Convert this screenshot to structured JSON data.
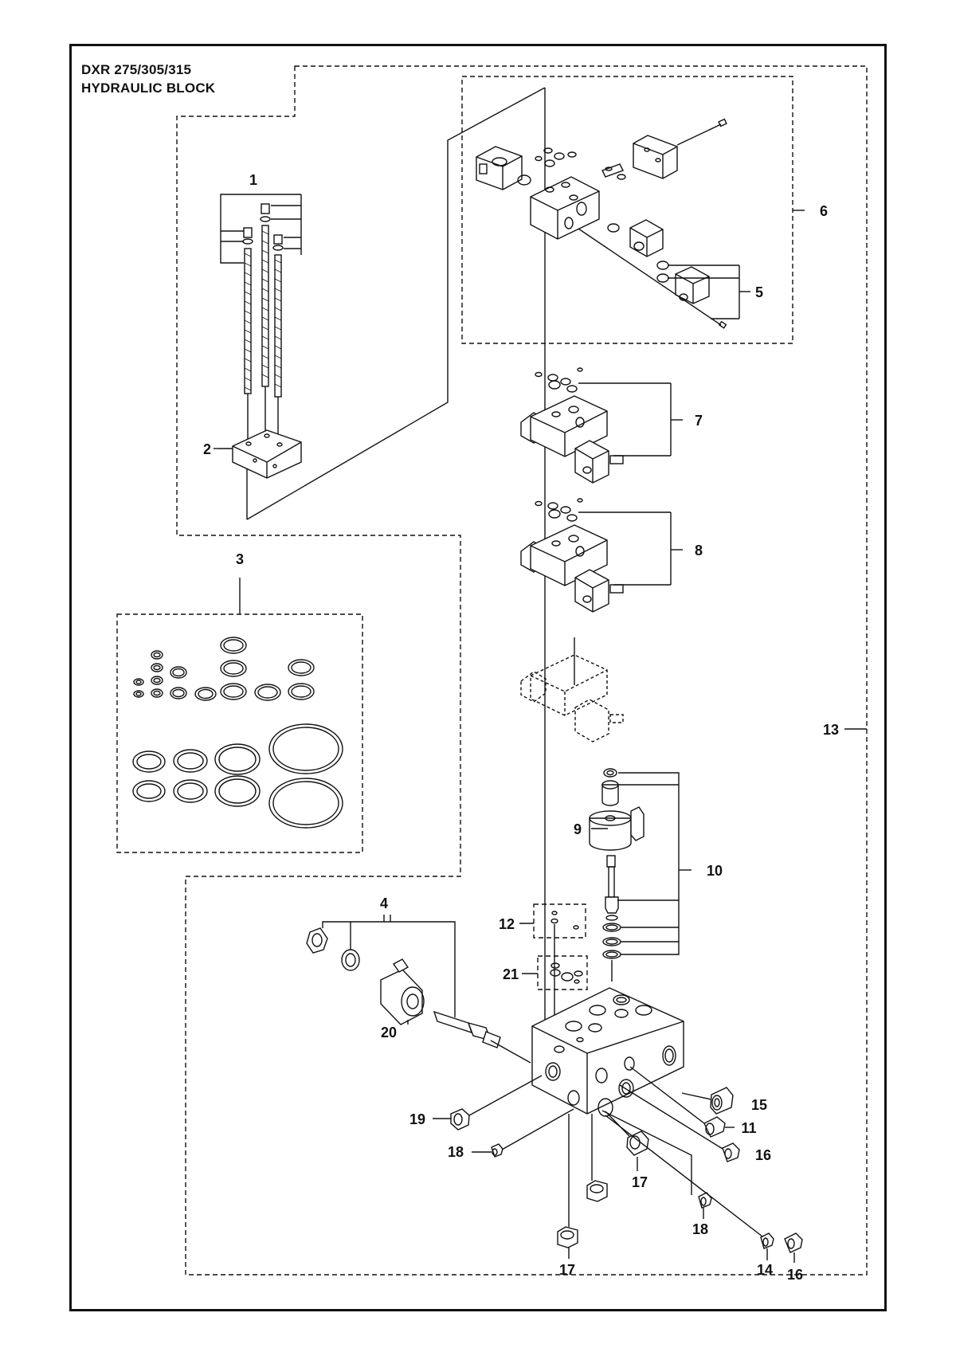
{
  "title": {
    "line1": "DXR 275/305/315",
    "line2": "HYDRAULIC BLOCK"
  },
  "callouts": [
    {
      "id": "c1",
      "label": "1"
    },
    {
      "id": "c2",
      "label": "2"
    },
    {
      "id": "c3",
      "label": "3"
    },
    {
      "id": "c4",
      "label": "4"
    },
    {
      "id": "c5",
      "label": "5"
    },
    {
      "id": "c6",
      "label": "6"
    },
    {
      "id": "c7",
      "label": "7"
    },
    {
      "id": "c8",
      "label": "8"
    },
    {
      "id": "c9",
      "label": "9"
    },
    {
      "id": "c10",
      "label": "10"
    },
    {
      "id": "c11",
      "label": "11"
    },
    {
      "id": "c12",
      "label": "12"
    },
    {
      "id": "c13",
      "label": "13"
    },
    {
      "id": "c14",
      "label": "14"
    },
    {
      "id": "c15",
      "label": "15"
    },
    {
      "id": "c16a",
      "label": "16"
    },
    {
      "id": "c16b",
      "label": "16"
    },
    {
      "id": "c17a",
      "label": "17"
    },
    {
      "id": "c17b",
      "label": "17"
    },
    {
      "id": "c18a",
      "label": "18"
    },
    {
      "id": "c18b",
      "label": "18"
    },
    {
      "id": "c19",
      "label": "19"
    },
    {
      "id": "c20",
      "label": "20"
    },
    {
      "id": "c21",
      "label": "21"
    }
  ],
  "colors": {
    "ink": "#111111",
    "paper": "#ffffff",
    "shade": "#d9d9d9"
  }
}
